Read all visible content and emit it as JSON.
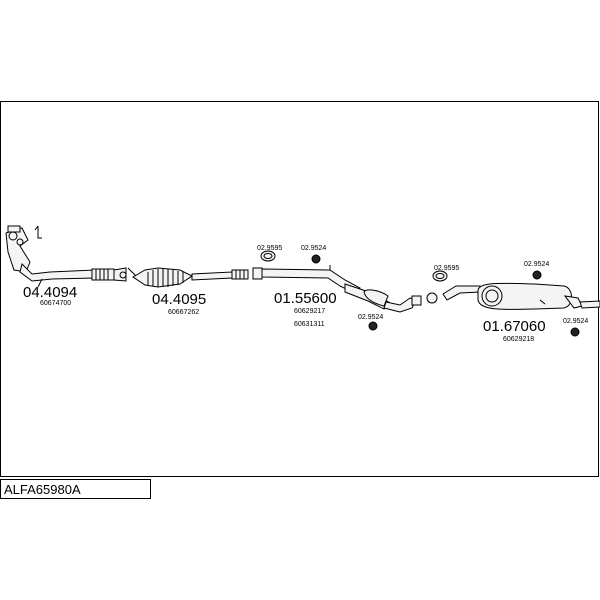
{
  "title": "ALFA65980A",
  "parts": {
    "p1": {
      "number": "04.4094",
      "oe": "60674700"
    },
    "p2": {
      "number": "04.4095",
      "oe": "60667262"
    },
    "p3": {
      "number": "01.55600",
      "oe1": "60629217",
      "oe2": "60631311"
    },
    "p4": {
      "number": "01.67060",
      "oe": "60629218"
    }
  },
  "fittings": {
    "f1": "02.9595",
    "f2": "02.9524",
    "f3": "02.9524",
    "f4": "02.9595",
    "f5": "02.9524",
    "f6": "02.9524"
  }
}
